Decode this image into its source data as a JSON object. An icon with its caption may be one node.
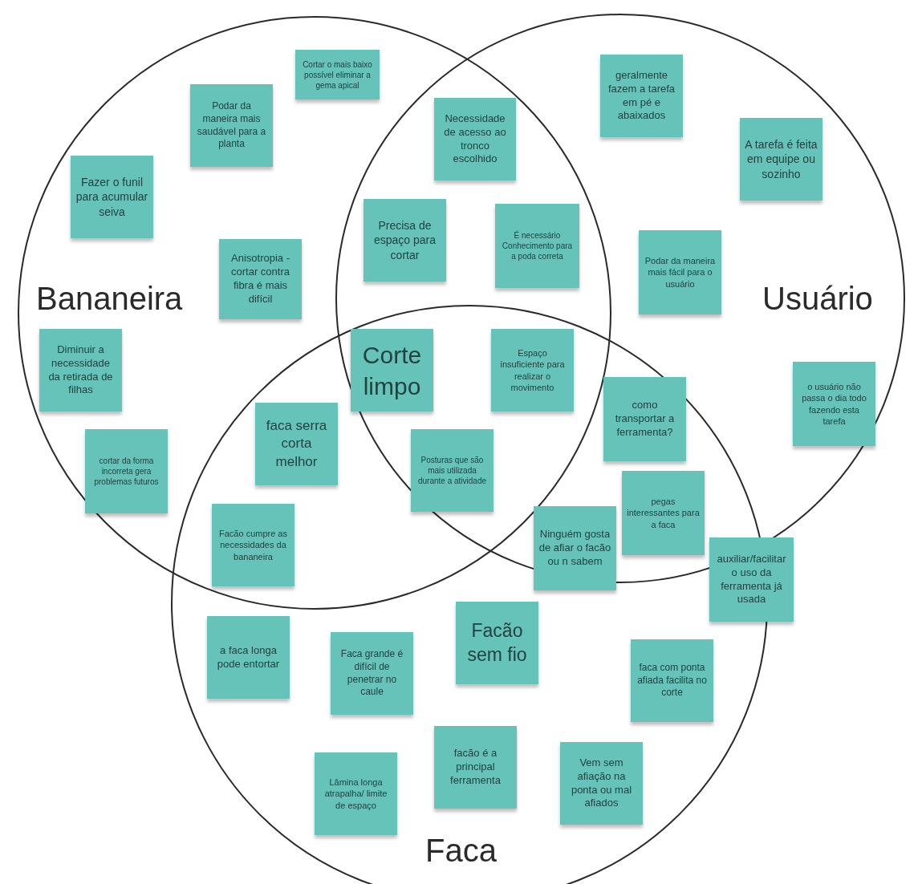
{
  "diagram": {
    "nodes": [
      {
        "text": [
          "Bananeira"
        ]
      },
      {
        "text": [
          "Usuário"
        ]
      },
      {
        "text": [
          "Faca"
        ]
      },
      {
        "text": [
          "Cortar o mais baixo possível eliminar a gema apical"
        ],
        "in": 0
      },
      {
        "text": [
          "Podar da maneira mais saudável para a planta"
        ],
        "in": 0
      },
      {
        "text": [
          "geralmente fazem a tarefa em pé e abaixados"
        ],
        "in": 1
      },
      {
        "text": [
          "Necessidade de acesso ao tronco escolhido"
        ]
      },
      {
        "text": [
          "A tarefa é feita em equipe ou sozinho"
        ],
        "in": 1
      },
      {
        "text": [
          "Fazer o funil para acumular seiva"
        ],
        "in": 0
      },
      {
        "text": [
          "Precisa de espaço para cortar"
        ]
      },
      {
        "text": [
          "É necessário Conhecimento para a poda correta"
        ]
      },
      {
        "text": [
          "Podar da maneira mais fácil para o usuário"
        ],
        "in": 1
      },
      {
        "text": [
          "Anisotropia - cortar contra fibra é mais difícil"
        ],
        "in": 0
      },
      {
        "text": [
          "Diminuir a necessidade da retirada de filhas"
        ],
        "in": 0
      },
      {
        "text": [
          "Corte limpo"
        ]
      },
      {
        "text": [
          "Espaço insuficiente para realizar o movimento"
        ]
      },
      {
        "text": [
          "o usuário não passa o dia todo fazendo esta tarefa"
        ],
        "in": 1
      },
      {
        "text": [
          "como transportar a ferramenta?"
        ]
      },
      {
        "text": [
          "faca serra corta melhor"
        ]
      },
      {
        "text": [
          "cortar da forma incorreta gera problemas futuros"
        ],
        "in": 0
      },
      {
        "text": [
          "Posturas que são mais utilizada durante a atividade"
        ]
      },
      {
        "text": [
          "pegas interessantes para a faca"
        ]
      },
      {
        "text": [
          "Facão cumpre as necessidades da bananeira"
        ]
      },
      {
        "text": [
          "Ninguém gosta de afiar o facão ou n sabem"
        ]
      },
      {
        "text": [
          "auxiliar/facilitar o uso da ferramenta já usada"
        ]
      },
      {
        "text": [
          "Facão sem fio"
        ],
        "in": 2
      },
      {
        "text": [
          "a faca longa pode entortar"
        ],
        "in": 2
      },
      {
        "text": [
          "Faca grande é difícil de penetrar no caule"
        ],
        "in": 2
      },
      {
        "text": [
          "faca com ponta afiada facilita no corte"
        ],
        "in": 2
      },
      {
        "text": [
          "facão é a principal ferramenta"
        ],
        "in": 2
      },
      {
        "text": [
          "Lâmina longa atrapalha/ limite de espaço"
        ],
        "in": 2
      },
      {
        "text": [
          "Vem sem afiação na ponta ou mal afiados"
        ],
        "in": 2
      }
    ]
  }
}
